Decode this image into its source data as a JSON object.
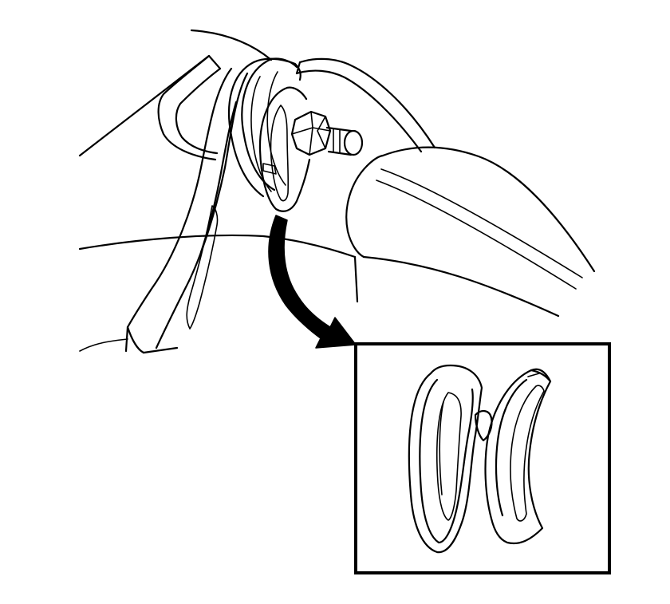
{
  "diagram": {
    "kind": "line-drawing",
    "subject": "exhaust-pipe-hanger-with-bolt",
    "detail_inset": "two-curved-slotted-isolator-pads",
    "callout_arrow": "points-from-hanger-to-detail-inset",
    "colors": {
      "line": "#000000",
      "background": "#ffffff"
    }
  }
}
